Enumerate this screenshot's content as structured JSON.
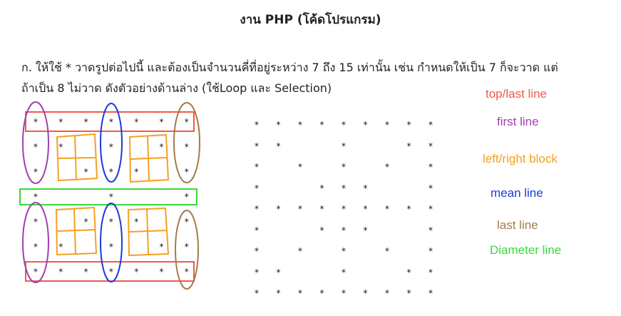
{
  "title": "งาน PHP (โค้ดโปรแกรม)",
  "paragraph": {
    "line1": "ก. ให้ใช้ * วาดรูปต่อไปนี้ และต้องเป็นจำนวนคี่ที่อยู่ระหว่าง 7 ถึง 15 เท่านั้น เช่น กำหนดให้เป็น 7 ก็จะวาด แต่",
    "line2": "ถ้าเป็น 8 ไม่วาด ดังตัวอย่างด้านล่าง (ใช้Loop และ Selection)"
  },
  "legend": [
    {
      "label": "top/last line",
      "color": "#f05a4a"
    },
    {
      "label": "first line",
      "color": "#a040b0"
    },
    {
      "label": "left/right block",
      "color": "#f5a020"
    },
    {
      "label": "mean line",
      "color": "#1a3ad8"
    },
    {
      "label": "last line",
      "color": "#a57a4a"
    },
    {
      "label": "Diameter line",
      "color": "#3ad83a"
    }
  ],
  "star_char": "*",
  "left_pattern": [
    "*  *  *  *  *  *  *",
    "*  *     *     *  *",
    "*     *  *  *     *",
    "*        *        *",
    "*     *  *  *     *",
    "*  *     *     *  *",
    "*  *  *  *  *  *  *"
  ],
  "right_pattern": [
    "*  *  *  *  *  *  *  *  *",
    "*  *        *        *  *",
    "*     *     *     *     *",
    "*        *  *  *        *",
    "*  *  *  *  *  *  *  *  *",
    "*        *  *  *        *",
    "*     *     *     *     *",
    "*  *        *        *  *",
    "*  *  *  *  *  *  *  *  *"
  ]
}
